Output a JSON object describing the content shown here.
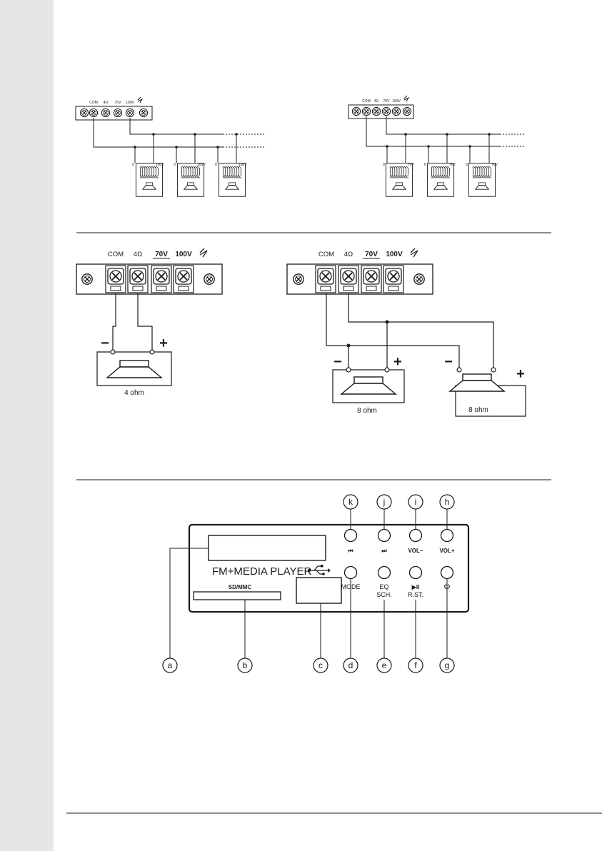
{
  "terminals": {
    "com": "COM",
    "ohm4": "4Ω",
    "v70": "70V",
    "v100": "100V"
  },
  "transformer_labels": {
    "zero": "0",
    "v100": "100V",
    "v70": "70V"
  },
  "polarity": {
    "minus": "−",
    "plus": "+"
  },
  "speakers": {
    "single": "4 ohm",
    "pair_a": "8 ohm",
    "pair_b": "8 ohm"
  },
  "panel": {
    "title": "FM+MEDIA PLAYER",
    "sd_label": "SD/MMC",
    "usb_icon": "usb-icon",
    "buttons": {
      "prev": "⏮",
      "next": "⏭",
      "vol_down": "VOL−",
      "vol_up": "VOL+",
      "mode": "MODE",
      "eq": "EQ",
      "sch": "SCH.",
      "play_pause": "▶II",
      "rst": "R.ST.",
      "power": "⏻"
    },
    "callouts": {
      "a": "a",
      "b": "b",
      "c": "c",
      "d": "d",
      "e": "e",
      "f": "f",
      "g": "g",
      "h": "h",
      "i": "i",
      "j": "j",
      "k": "k"
    }
  }
}
